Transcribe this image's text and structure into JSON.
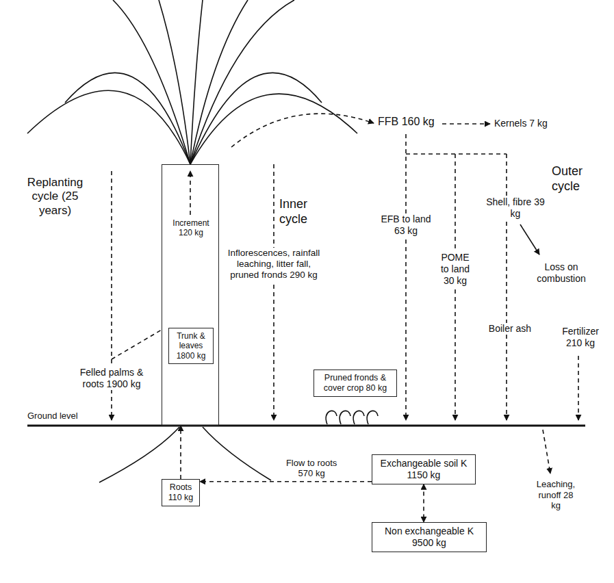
{
  "diagram": {
    "nodes": [
      {
        "text": [
          "Increment 120 kg"
        ]
      },
      {
        "text": [
          "Trunk & leaves 1800 kg"
        ],
        "in": 0
      },
      {
        "text": [
          "Pruned fronds & cover crop 80 kg"
        ]
      },
      {
        "text": [
          "Roots 110 kg"
        ]
      },
      {
        "text": [
          "Exchangeable soil K 1150 kg"
        ]
      },
      {
        "text": [
          "Non exchangeable K 9500 kg"
        ]
      }
    ],
    "edges": [
      {
        "from": 4,
        "to": 3,
        "arrow": "to",
        "label": "Flow to roots 570 kg"
      },
      {
        "from": 4,
        "to": 5,
        "arrow": "both"
      },
      {
        "from": 3,
        "to": 0,
        "arrow": "to"
      }
    ],
    "labels": [
      "Replanting cycle (25 years)",
      "Felled palms & roots 1900 kg",
      "Inner cycle",
      "Inflorescences, rainfall leaching, litter fall, pruned fronds 290 kg",
      "FFB 160 kg",
      "Kernels 7 kg",
      "Outer cycle",
      "EFB to land 63 kg",
      "POME to land 30 kg",
      "Shell, fibre 39 kg",
      "Loss on combustion",
      "Boiler ash",
      "Fertilizer 210 kg",
      "Ground level",
      "Leaching, runoff 28 kg"
    ]
  }
}
